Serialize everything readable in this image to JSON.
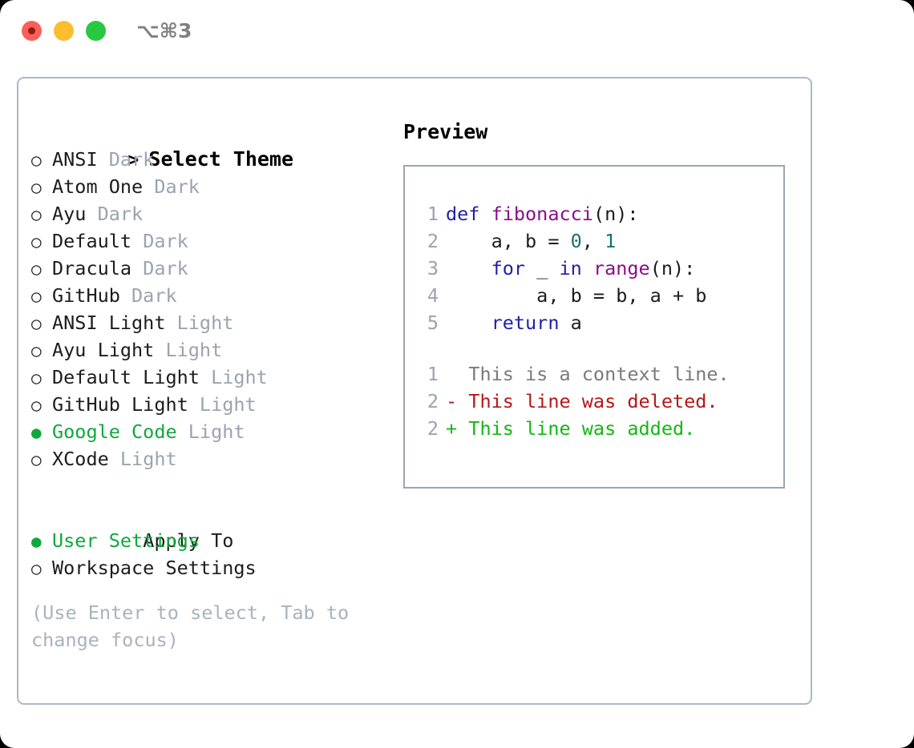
{
  "titlebar": {
    "shortcut": "⌥⌘3",
    "buttons": {
      "close": "close-window",
      "minimize": "minimize-window",
      "maximize": "maximize-window"
    }
  },
  "left": {
    "header": {
      "marker": ">",
      "label": "Select Theme"
    },
    "themes": [
      {
        "marker": "○",
        "name": "ANSI",
        "variant": "Dark",
        "selected": false
      },
      {
        "marker": "○",
        "name": "Atom One",
        "variant": "Dark",
        "selected": false
      },
      {
        "marker": "○",
        "name": "Ayu",
        "variant": "Dark",
        "selected": false
      },
      {
        "marker": "○",
        "name": "Default",
        "variant": "Dark",
        "selected": false
      },
      {
        "marker": "○",
        "name": "Dracula",
        "variant": "Dark",
        "selected": false
      },
      {
        "marker": "○",
        "name": "GitHub",
        "variant": "Dark",
        "selected": false
      },
      {
        "marker": "○",
        "name": "ANSI Light",
        "variant": "Light",
        "selected": false
      },
      {
        "marker": "○",
        "name": "Ayu Light",
        "variant": "Light",
        "selected": false
      },
      {
        "marker": "○",
        "name": "Default Light",
        "variant": "Light",
        "selected": false
      },
      {
        "marker": "○",
        "name": "GitHub Light",
        "variant": "Light",
        "selected": false
      },
      {
        "marker": "●",
        "name": "Google Code",
        "variant": "Light",
        "selected": true
      },
      {
        "marker": "○",
        "name": "XCode",
        "variant": "Light",
        "selected": false
      }
    ],
    "apply_to": {
      "label": "Apply To",
      "options": [
        {
          "marker": "●",
          "name": "User Settings",
          "selected": true
        },
        {
          "marker": "○",
          "name": "Workspace Settings",
          "selected": false
        }
      ]
    },
    "hint": "(Use Enter to select, Tab to change focus)"
  },
  "right": {
    "title": "Preview",
    "code": [
      {
        "ln": "1",
        "tokens": [
          {
            "t": "def ",
            "c": "kw"
          },
          {
            "t": "fibonacci",
            "c": "fn"
          },
          {
            "t": "(n):",
            "c": "pln"
          }
        ]
      },
      {
        "ln": "2",
        "tokens": [
          {
            "t": "    a, b = ",
            "c": "pln"
          },
          {
            "t": "0",
            "c": "num"
          },
          {
            "t": ", ",
            "c": "pln"
          },
          {
            "t": "1",
            "c": "num"
          }
        ]
      },
      {
        "ln": "3",
        "tokens": [
          {
            "t": "    ",
            "c": "pln"
          },
          {
            "t": "for",
            "c": "kw"
          },
          {
            "t": " _ ",
            "c": "pln"
          },
          {
            "t": "in",
            "c": "kw"
          },
          {
            "t": " ",
            "c": "pln"
          },
          {
            "t": "range",
            "c": "fn"
          },
          {
            "t": "(n):",
            "c": "pln"
          }
        ]
      },
      {
        "ln": "4",
        "tokens": [
          {
            "t": "        a, b = b, a + b",
            "c": "pln"
          }
        ]
      },
      {
        "ln": "5",
        "tokens": [
          {
            "t": "    ",
            "c": "pln"
          },
          {
            "t": "return",
            "c": "kw"
          },
          {
            "t": " a",
            "c": "pln"
          }
        ]
      }
    ],
    "diff": [
      {
        "ln": "1",
        "text": "  This is a context line.",
        "kind": "ctx"
      },
      {
        "ln": "2",
        "text": "- This line was deleted.",
        "kind": "del"
      },
      {
        "ln": "2",
        "text": "+ This line was added.",
        "kind": "add"
      }
    ]
  },
  "colors": {
    "accent_green": "#0fa83c",
    "muted": "#9aa3b0",
    "hint": "#a9b2be",
    "border": "#aeb8c6",
    "keyword": "#1f1fa8",
    "function": "#8a0e8a",
    "number": "#17706e",
    "diff_added": "#12b712",
    "diff_deleted": "#b51717",
    "traffic_close": "#fb5f57",
    "traffic_minimize": "#fcbd2e",
    "traffic_maximize": "#28c840"
  }
}
